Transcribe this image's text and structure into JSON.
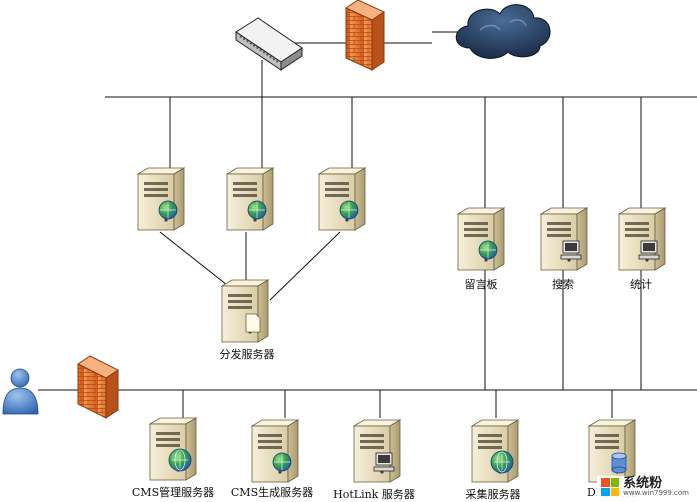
{
  "labels": {
    "dispatch_server": "分发服务器",
    "guestbook": "留言板",
    "search": "搜索",
    "stats": "统计",
    "cms_admin": "CMS管理服务器",
    "cms_generate": "CMS生成服务器",
    "hotlink": "HotLink 服务器",
    "collect": "采集服务器",
    "db": "DB服务器"
  },
  "watermark": {
    "title": "系统粉",
    "url": "www.win7999.com"
  },
  "colors": {
    "line": "#111111",
    "server_body": "#efe6c8",
    "firewall": "#e8702a",
    "cloud": "#2a3f5e"
  }
}
